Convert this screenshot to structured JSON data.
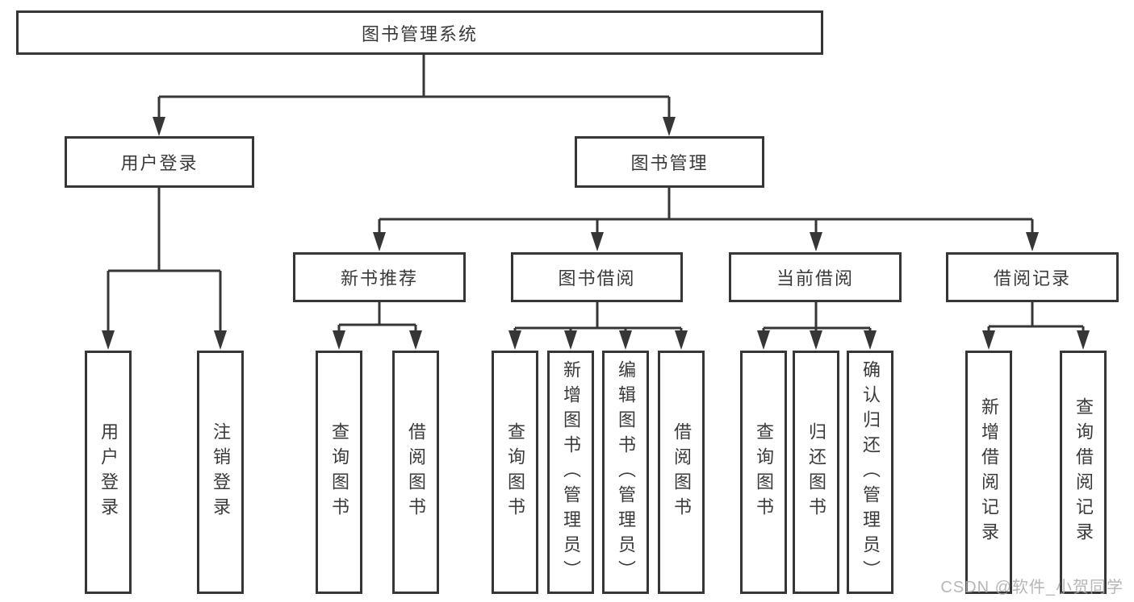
{
  "diagram": {
    "root": "图书管理系统",
    "branches": [
      {
        "label": "用户登录",
        "leaves": [
          "用户登录",
          "注销登录"
        ]
      },
      {
        "label": "图书管理",
        "groups": [
          {
            "label": "新书推荐",
            "leaves": [
              "查询图书",
              "借阅图书"
            ]
          },
          {
            "label": "图书借阅",
            "leaves": [
              "查询图书",
              "新增图书（管理员）",
              "编辑图书（管理员）",
              "借阅图书"
            ]
          },
          {
            "label": "当前借阅",
            "leaves": [
              "查询图书",
              "归还图书",
              "确认归还（管理员）"
            ]
          },
          {
            "label": "借阅记录",
            "leaves": [
              "新增借阅记录",
              "查询借阅记录"
            ]
          }
        ]
      }
    ]
  },
  "watermark": "CSDN @软件_小贺同学",
  "colors": {
    "line": "#363636",
    "text": "#3a3a3a",
    "watermark": "#aaaaaa",
    "background": "#ffffff"
  }
}
